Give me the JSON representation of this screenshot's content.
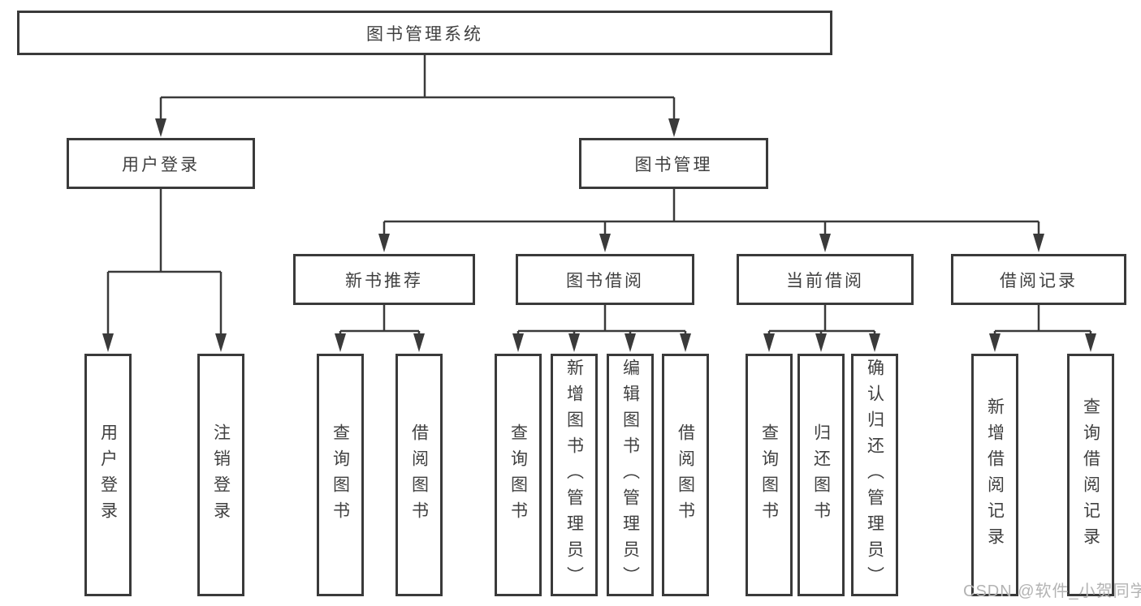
{
  "colors": {
    "line": "#3a3a3a",
    "text": "#404040",
    "watermark": "#b3b3b3"
  },
  "footer": {
    "watermark_text": "CSDN @软件_小贺同学"
  },
  "diagram": {
    "root": {
      "label": "图书管理系统",
      "children": [
        {
          "label": "用户登录",
          "children": [
            {
              "label": "用户登录"
            },
            {
              "label": "注销登录"
            }
          ]
        },
        {
          "label": "图书管理",
          "children": [
            {
              "label": "新书推荐",
              "children": [
                {
                  "label": "查询图书"
                },
                {
                  "label": "借阅图书"
                }
              ]
            },
            {
              "label": "图书借阅",
              "children": [
                {
                  "label": "查询图书"
                },
                {
                  "label": "新增图书（管理员）"
                },
                {
                  "label": "编辑图书（管理员）"
                },
                {
                  "label": "借阅图书"
                }
              ]
            },
            {
              "label": "当前借阅",
              "children": [
                {
                  "label": "查询图书"
                },
                {
                  "label": "归还图书"
                },
                {
                  "label": "确认归还（管理员）"
                }
              ]
            },
            {
              "label": "借阅记录",
              "children": [
                {
                  "label": "新增借阅记录"
                },
                {
                  "label": "查询借阅记录"
                }
              ]
            }
          ]
        }
      ]
    }
  }
}
